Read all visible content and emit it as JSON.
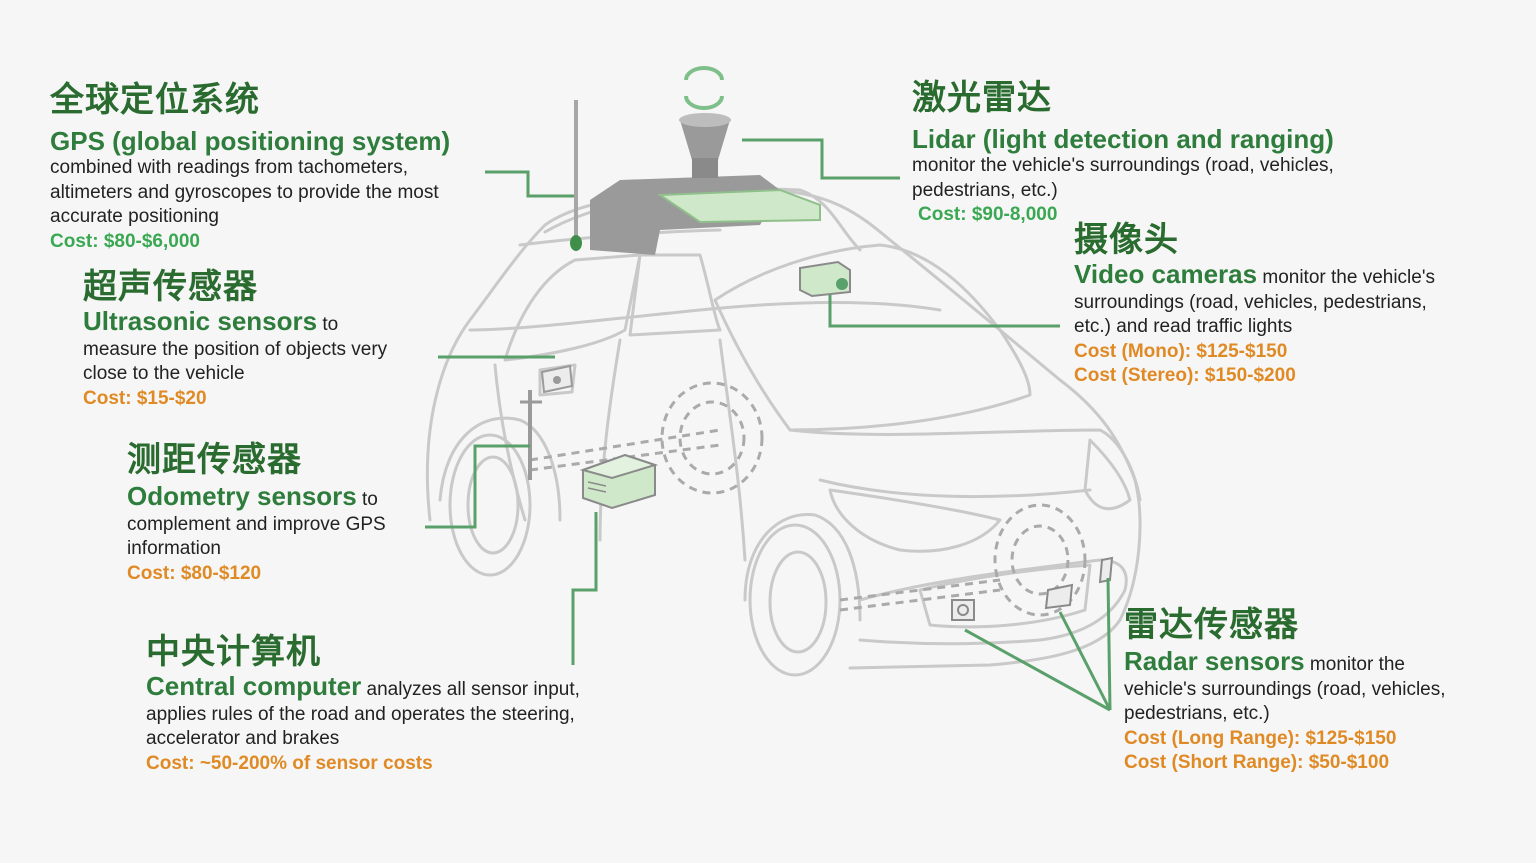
{
  "sensors": {
    "gps": {
      "title_zh": "全球定位系统",
      "title_en": "GPS (global positioning system)",
      "lines": [
        "combined with readings from tachometers,",
        "altimeters and gyroscopes to provide the most",
        "accurate positioning"
      ],
      "cost": "Cost: $80-$6,000"
    },
    "lidar": {
      "title_zh": "激光雷达",
      "title_en": "Lidar (light detection and ranging)",
      "lines": [
        "monitor the vehicle's surroundings (road, vehicles,",
        "pedestrians, etc.)"
      ],
      "cost": "Cost: $90-8,000"
    },
    "camera": {
      "title_zh": "摄像头",
      "title_en": "Video cameras",
      "first_line_suffix": " monitor the vehicle's",
      "lines": [
        "surroundings (road, vehicles, pedestrians,",
        "etc.) and read traffic lights"
      ],
      "cost_mono": "Cost (Mono): $125-$150",
      "cost_stereo": "Cost (Stereo): $150-$200"
    },
    "ultrasonic": {
      "title_zh": "超声传感器",
      "title_en": "Ultrasonic sensors",
      "first_line_suffix": " to",
      "lines": [
        "measure the position of objects very",
        "close to the vehicle"
      ],
      "cost": "Cost: $15-$20"
    },
    "odometry": {
      "title_zh": "测距传感器",
      "title_en": "Odometry sensors",
      "first_line_suffix": " to",
      "lines": [
        "complement and improve GPS",
        "information"
      ],
      "cost": "Cost: $80-$120"
    },
    "computer": {
      "title_zh": "中央计算机",
      "title_en": "Central computer",
      "first_line_suffix": " analyzes all sensor input,",
      "lines": [
        "applies rules of the road and operates the steering,",
        "accelerator and brakes"
      ],
      "cost": "Cost: ~50-200% of sensor costs"
    },
    "radar": {
      "title_zh": "雷达传感器",
      "title_en": "Radar sensors",
      "first_line_suffix": " monitor the",
      "lines": [
        "vehicle's surroundings (road, vehicles,",
        "pedestrians, etc.)"
      ],
      "cost_long": "Cost (Long Range): $125-$150",
      "cost_short": "Cost (Short Range): $50-$100"
    }
  },
  "colors": {
    "leader_line": "#5aa06a",
    "car_outline": "#c8c8c8",
    "sensor_fill": "#cfe8c9",
    "cost_green": "#3aa853",
    "cost_orange": "#e08a25",
    "title_green": "#2a6b2f"
  }
}
